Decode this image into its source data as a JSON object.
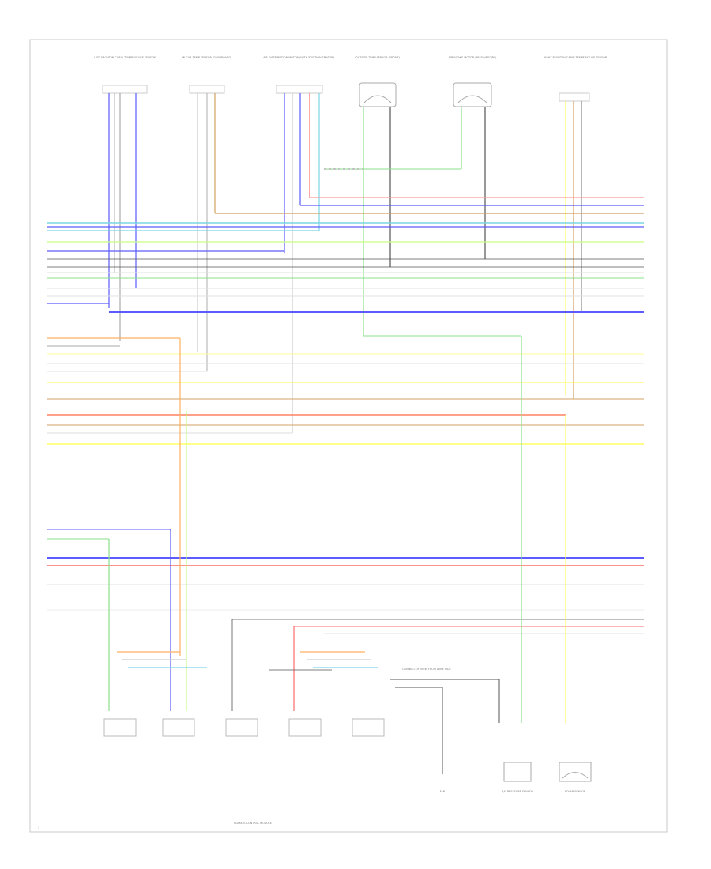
{
  "diagram": {
    "colors": {
      "red": "#ff6b6b",
      "blue": "#5b5bff",
      "green": "#8be08b",
      "yellow": "#ffff66",
      "orange": "#ffb060",
      "brown": "#d1a060",
      "grey": "#c8c8c8",
      "lightgrey": "#e2e2e2",
      "cyan": "#7ad4e6",
      "lightgreen": "#c8ff80",
      "dark": "#555555",
      "pink": "#ff9a9a",
      "frame": "#c8c8c8"
    },
    "top_components": [
      {
        "id": "comp-1",
        "caption": "LEFT FRONT IN-CABIN TEMPERATURE SENSOR"
      },
      {
        "id": "comp-2",
        "caption": "IN-CAR TEMP SENSOR (DASHBOARD)"
      },
      {
        "id": "comp-3",
        "caption": "AIR DISTRIBUTION MOTOR (WITH POSITION SENSOR)"
      },
      {
        "id": "comp-4",
        "caption": "OUTSIDE TEMP SENSOR (FRONT)"
      },
      {
        "id": "comp-5",
        "caption": "AIR INTAKE MOTOR (FRESH/RECIRC)"
      },
      {
        "id": "comp-6",
        "caption": "RIGHT FRONT IN-CABIN TEMPERATURE SENSOR"
      }
    ],
    "bottom_components": [
      {
        "id": "comp-7",
        "caption": "FAN"
      },
      {
        "id": "comp-8",
        "caption": "A/C PRESSURE SENSOR"
      },
      {
        "id": "comp-9",
        "caption": "SOLAR SENSOR"
      }
    ],
    "module_caption": "CLIMATE CONTROL MODULE",
    "connector_note": "CONNECTOR VIEW FROM WIRE SIDE",
    "page_mark": "1"
  }
}
